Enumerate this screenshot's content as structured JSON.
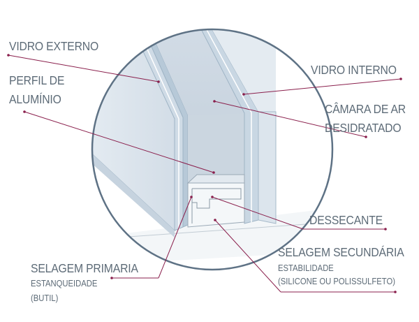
{
  "labels": {
    "vidro_externo": "VIDRO EXTERNO",
    "perfil_line1": "PERFIL DE",
    "perfil_line2": "ALUMÍNIO",
    "vidro_interno": "VIDRO INTERNO",
    "camara_line1": "CÂMARA DE AR",
    "camara_line2": "DESIDRATADO",
    "dessecante": "DESSECANTE",
    "selagem_secundaria": "SELAGEM SECUNDÁRIA",
    "secundaria_sub1": "ESTABILIDADE",
    "secundaria_sub2": "(SILICONE OU POLISSULFETO)",
    "selagem_primaria": "SELAGEM PRIMARIA",
    "primaria_sub1": "ESTANQUEIDADE",
    "primaria_sub2": "(BUTIL)"
  },
  "colors": {
    "label_text": "#5d6b77",
    "leader_line": "#8a1f4c",
    "circle_outline": "#5e7285",
    "glass_fill": "#dde6ee",
    "glass_edge": "#a9c0d3"
  }
}
